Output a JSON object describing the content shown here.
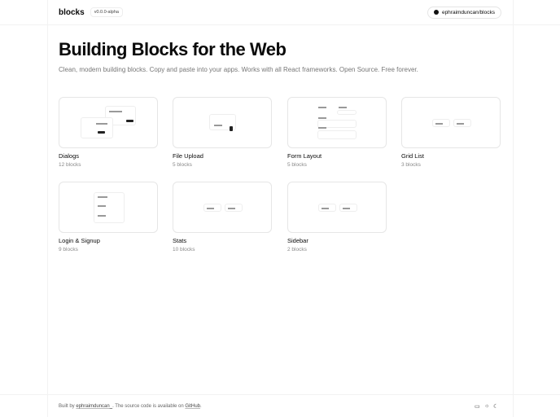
{
  "header": {
    "logo": "blocks",
    "version": "v0.0.0-alpha",
    "github_label": "ephraimduncan/blocks"
  },
  "hero": {
    "title": "Building Blocks for the Web",
    "subtitle": "Clean, modern building blocks. Copy and paste into your apps. Works with all React frameworks. Open Source. Free forever."
  },
  "categories": [
    {
      "name": "Dialogs",
      "count": "12 blocks"
    },
    {
      "name": "File Upload",
      "count": "5 blocks"
    },
    {
      "name": "Form Layout",
      "count": "5 blocks"
    },
    {
      "name": "Grid List",
      "count": "3 blocks"
    },
    {
      "name": "Login & Signup",
      "count": "9 blocks"
    },
    {
      "name": "Stats",
      "count": "10 blocks"
    },
    {
      "name": "Sidebar",
      "count": "2 blocks"
    }
  ],
  "footer": {
    "built_by": "Built by",
    "author": "ephraimduncan_",
    "middle": ". The source code is available on",
    "github": "GitHub",
    "end": "."
  }
}
